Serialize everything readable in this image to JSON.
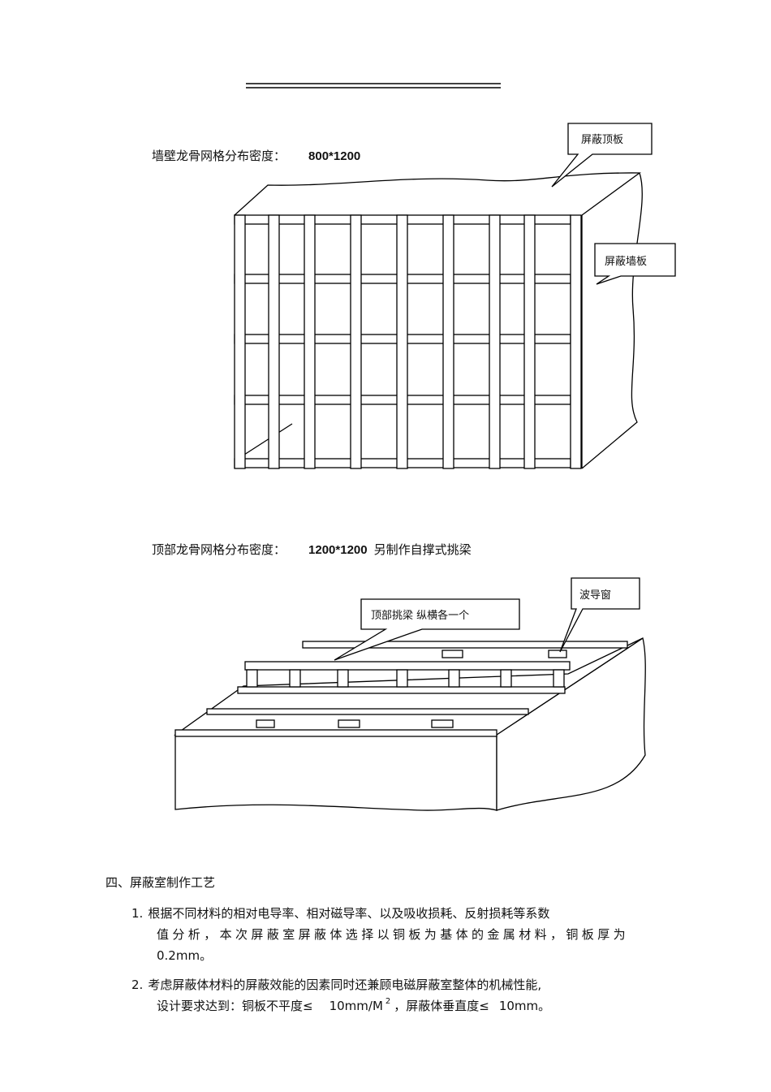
{
  "fig1": {
    "label": "墙壁龙骨网格分布密度：",
    "value": "800*1200",
    "callout_top": "屏蔽顶板",
    "callout_wall": "屏蔽墙板"
  },
  "fig2": {
    "label": "顶部龙骨网格分布密度：",
    "value": "1200*1200",
    "note": "另制作自撑式挑梁",
    "callout_beam": "顶部挑梁   纵横各一个",
    "callout_window": "波导窗"
  },
  "section": {
    "heading": "四、屏蔽室制作工艺",
    "items": [
      {
        "num": "1.",
        "line1": "根据不同材料的相对电导率、相对磁导率、以及吸收损耗、反射损耗等系数",
        "line2": "值分析，本次屏蔽室屏蔽体选择以铜板为基体的金属材料，铜板厚为",
        "line3": "0.2mm。"
      },
      {
        "num": "2.",
        "line1": "考虑屏蔽体材料的屏蔽效能的因素同时还兼顾电磁屏蔽室整体的机械性能,",
        "line2a": "设计要求达到：铜板不平度≤",
        "line2b": "10mm/M",
        "sup": "2",
        "line2c": "，屏蔽体垂直度≤",
        "line2d": "10mm。"
      }
    ]
  }
}
